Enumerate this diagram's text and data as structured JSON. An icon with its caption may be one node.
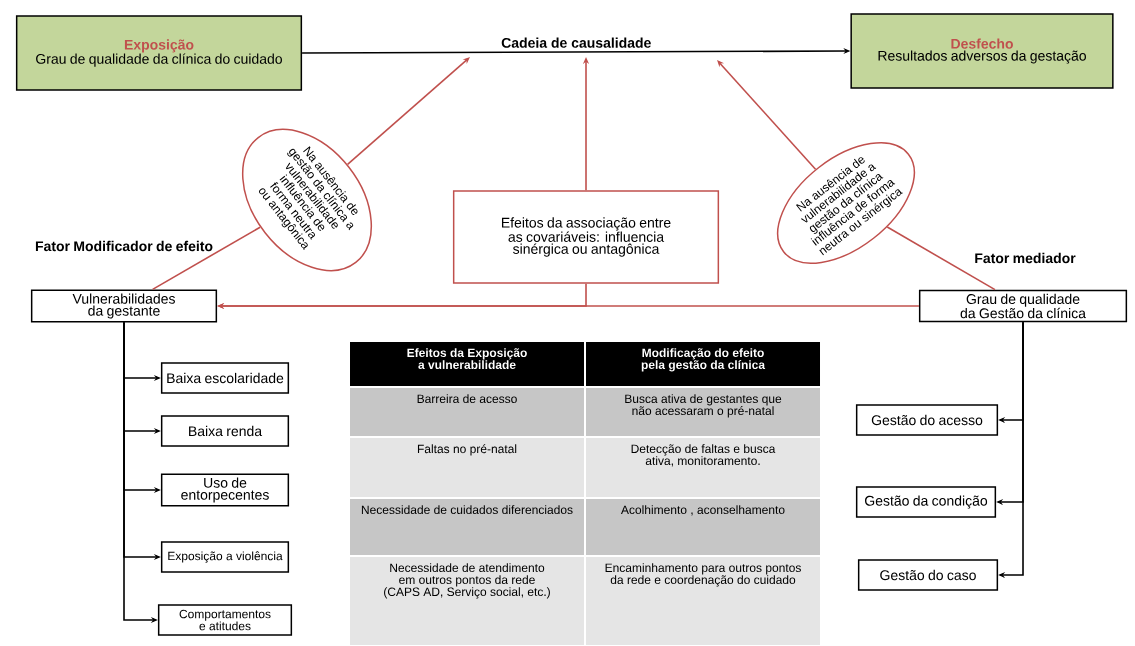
{
  "diagram": {
    "nodes": [
      {
        "text": [
          "Exposição",
          "Grau de qualidade da clínica do cuidado"
        ]
      },
      {
        "text": [
          "Desfecho",
          "Resultados adversos da gestação"
        ]
      },
      {
        "text": [
          "Na ausência de gestão da clínica a vulnerabilidade influência de forma neutra ou antagônica"
        ]
      },
      {
        "text": [
          "Efeitos da associação entre as covariáveis: influencia sinérgica ou antagônica"
        ]
      },
      {
        "text": [
          "Na ausência de vulnerabilidade a gestão da clínica influência de forma neutra ou sinérgica"
        ]
      },
      {
        "text": [
          "Vulnerabilidades da gestante"
        ],
        "beside": [
          "Fator Modificador de efeito"
        ]
      },
      {
        "text": [
          "Grau de qualidade da Gestão da clínica"
        ],
        "beside": [
          "Fator mediador"
        ]
      },
      {
        "text": [
          "Baixa escolaridade"
        ]
      },
      {
        "text": [
          "Baixa renda"
        ]
      },
      {
        "text": [
          "Uso de entorpecentes"
        ]
      },
      {
        "text": [
          "Exposição a violência"
        ]
      },
      {
        "text": [
          "Comportamentos e atitudes"
        ]
      },
      {
        "text": [
          "Gestão do acesso"
        ]
      },
      {
        "text": [
          "Gestão da condição"
        ]
      },
      {
        "text": [
          "Gestão do caso"
        ]
      }
    ],
    "edges": [
      {
        "from": 0,
        "to": 1,
        "arrow": "to",
        "label": "Cadeia de causalidade"
      },
      {
        "from": 5,
        "to": 2,
        "arrow": "none",
        "color": "#c0504d"
      },
      {
        "from": 2,
        "to": null,
        "arrow": "to",
        "color": "#c0504d"
      },
      {
        "from": 3,
        "to": null,
        "arrow": "to",
        "color": "#c0504d"
      },
      {
        "from": 6,
        "to": 4,
        "arrow": "none",
        "color": "#c0504d"
      },
      {
        "from": 4,
        "to": null,
        "arrow": "to",
        "color": "#c0504d"
      },
      {
        "from": 6,
        "to": 5,
        "arrow": "to",
        "color": "#c0504d"
      },
      {
        "from": 3,
        "to": 5,
        "arrow": "to",
        "color": "#c0504d"
      },
      {
        "from": 5,
        "to": 7,
        "arrow": "to"
      },
      {
        "from": 5,
        "to": 8,
        "arrow": "to"
      },
      {
        "from": 5,
        "to": 9,
        "arrow": "to"
      },
      {
        "from": 5,
        "to": 10,
        "arrow": "to"
      },
      {
        "from": 5,
        "to": 11,
        "arrow": "to"
      },
      {
        "from": 6,
        "to": 12,
        "arrow": "to"
      },
      {
        "from": 6,
        "to": 13,
        "arrow": "to"
      },
      {
        "from": 6,
        "to": 14,
        "arrow": "to"
      }
    ],
    "labels": [
      "Efeitos da Exposição a vulnerabilidade",
      "Modificação do efeito pela gestão da clínica",
      "Barreira de acesso",
      "Busca ativa de gestantes que não acessaram o pré-natal",
      "Faltas no pré-natal",
      "Detecção de faltas e busca ativa, monitoramento.",
      "Necessidade de cuidados diferenciados",
      "Acolhimento , aconselhamento",
      "Necessidade de atendimento em outros pontos da rede (CAPS AD, Serviço social, etc.)",
      "Encaminhamento para outros pontos da rede e coordenação do cuidado"
    ]
  }
}
